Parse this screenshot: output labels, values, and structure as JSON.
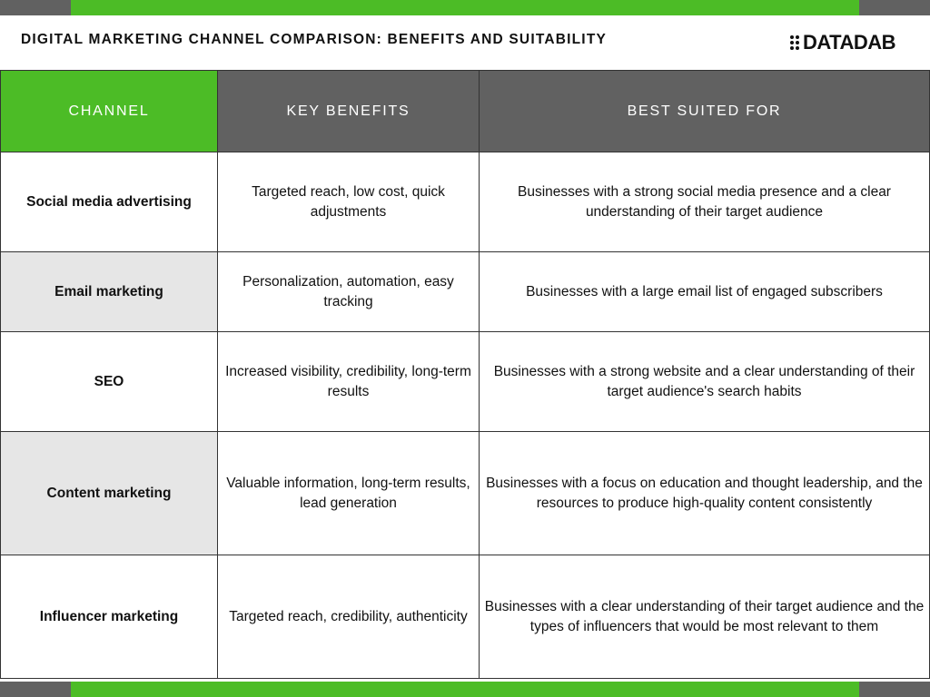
{
  "header": {
    "title": "DIGITAL MARKETING CHANNEL COMPARISON: BENEFITS AND SUITABILITY",
    "logo_text": "DATADAB",
    "logo_icon": "dot-grid-icon"
  },
  "colors": {
    "accent_green": "#4cbc26",
    "header_gray": "#616161",
    "shaded_cell": "#e6e6e6"
  },
  "table": {
    "columns": [
      "CHANNEL",
      "KEY BENEFITS",
      "BEST SUITED FOR"
    ],
    "rows": [
      {
        "channel": "Social media advertising",
        "benefits": "Targeted reach, low cost, quick adjustments",
        "suited_for": "Businesses with a strong social media presence and a clear understanding of their target audience"
      },
      {
        "channel": "Email marketing",
        "benefits": "Personalization, automation, easy tracking",
        "suited_for": "Businesses with a large email list of engaged subscribers"
      },
      {
        "channel": "SEO",
        "benefits": "Increased visibility, credibility, long-term results",
        "suited_for": "Businesses with a strong website and a clear understanding of their target audience's search habits"
      },
      {
        "channel": "Content marketing",
        "benefits": "Valuable information, long-term results, lead generation",
        "suited_for": "Businesses with a focus on education and thought leadership, and the resources to produce high-quality content consistently"
      },
      {
        "channel": "Influencer marketing",
        "benefits": "Targeted reach, credibility, authenticity",
        "suited_for": "Businesses with a clear understanding of their target audience and the types of influencers that would be most relevant to them"
      }
    ]
  }
}
